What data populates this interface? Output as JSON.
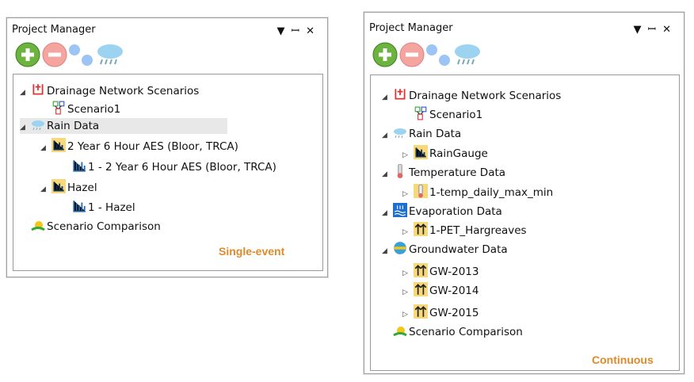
{
  "left": {
    "title": "Project Manager",
    "controls": [
      "▼",
      "ꟷ",
      "✕"
    ],
    "label": "Single-event",
    "rows": [
      {
        "text": "Drainage Network Scenarios",
        "icon": "network-icon",
        "exp": "◢",
        "indent": 0
      },
      {
        "text": "Scenario1",
        "icon": "scenario-icon",
        "exp": "",
        "indent": 1
      },
      {
        "text": "Rain Data",
        "icon": "rain-icon",
        "exp": "◢",
        "indent": 0,
        "selected": true
      },
      {
        "text": "2 Year 6 Hour AES (Bloor, TRCA)",
        "icon": "chart-icon",
        "exp": "◢",
        "indent": 1
      },
      {
        "text": "1 - 2 Year 6 Hour AES (Bloor, TRCA)",
        "icon": "bars-icon",
        "exp": "",
        "indent": 2
      },
      {
        "text": "Hazel",
        "icon": "chart-icon",
        "exp": "◢",
        "indent": 1
      },
      {
        "text": "1 - Hazel",
        "icon": "bars-icon",
        "exp": "",
        "indent": 2
      },
      {
        "text": "Scenario Comparison",
        "icon": "comparison-icon",
        "exp": "",
        "indent": 0
      }
    ]
  },
  "right": {
    "title": "Project Manager",
    "controls": [
      "▼",
      "ꟷ",
      "✕"
    ],
    "label": "Continuous",
    "rows": [
      {
        "text": "Drainage Network Scenarios",
        "icon": "network-icon",
        "exp": "◢",
        "indent": 0
      },
      {
        "text": "Scenario1",
        "icon": "scenario-icon",
        "exp": "",
        "indent": 1
      },
      {
        "text": "Rain Data",
        "icon": "rain-icon",
        "exp": "◢",
        "indent": 0
      },
      {
        "text": "RainGauge",
        "icon": "chart-icon",
        "exp": "▷",
        "indent": 1
      },
      {
        "text": "Temperature Data",
        "icon": "thermometer-icon",
        "exp": "◢",
        "indent": 0
      },
      {
        "text": "1-temp_daily_max_min",
        "icon": "thermo-file-icon",
        "exp": "▷",
        "indent": 1
      },
      {
        "text": "Evaporation Data",
        "icon": "evaporation-icon",
        "exp": "◢",
        "indent": 0
      },
      {
        "text": "1-PET_Hargreaves",
        "icon": "arrows-icon",
        "exp": "▷",
        "indent": 1
      },
      {
        "text": "Groundwater Data",
        "icon": "groundwater-icon",
        "exp": "◢",
        "indent": 0
      },
      {
        "text": "GW-2013",
        "icon": "arrows-icon",
        "exp": "▷",
        "indent": 1
      },
      {
        "text": "GW-2014",
        "icon": "arrows-icon",
        "exp": "▷",
        "indent": 1
      },
      {
        "text": "GW-2015",
        "icon": "arrows-icon",
        "exp": "▷",
        "indent": 1
      },
      {
        "text": "Scenario Comparison",
        "icon": "comparison-icon",
        "exp": "",
        "indent": 0
      }
    ]
  }
}
